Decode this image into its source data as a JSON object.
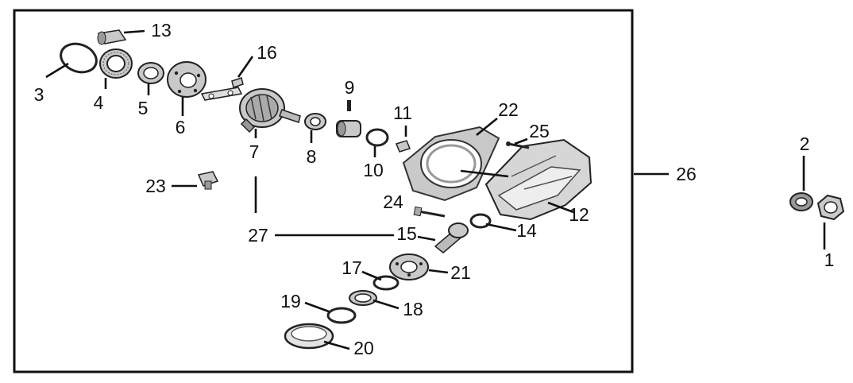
{
  "diagram": {
    "callouts": {
      "p1": "1",
      "p2": "2",
      "p3": "3",
      "p4": "4",
      "p5": "5",
      "p6": "6",
      "p7": "7",
      "p8": "8",
      "p9": "9",
      "p10": "10",
      "p11": "11",
      "p12": "12",
      "p13": "13",
      "p14": "14",
      "p15": "15",
      "p16": "16",
      "p17": "17",
      "p18": "18",
      "p19": "19",
      "p20": "20",
      "p21": "21",
      "p22": "22",
      "p23": "23",
      "p24": "24",
      "p25": "25",
      "p26": "26",
      "p27": "27"
    },
    "colors": {
      "ink": "#111111",
      "paper": "#ffffff",
      "part_fill": "#c9c9c9"
    }
  }
}
